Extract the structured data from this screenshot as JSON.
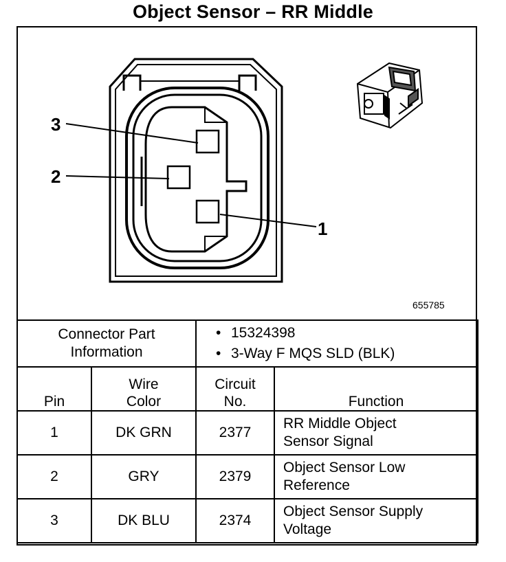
{
  "title": "Object Sensor – RR Middle",
  "figure_id": "655785",
  "callouts": [
    "3",
    "2",
    "1"
  ],
  "connector_info": {
    "label_line1": "Connector Part",
    "label_line2": "Information",
    "bullet": "•",
    "values": [
      "15324398",
      "3-Way F MQS SLD (BLK)"
    ]
  },
  "table": {
    "headers": {
      "pin": "Pin",
      "wire_color_line1": "Wire",
      "wire_color_line2": "Color",
      "circuit_line1": "Circuit",
      "circuit_line2": "No.",
      "function": "Function"
    },
    "rows": [
      {
        "pin": "1",
        "color": "DK GRN",
        "circuit": "2377",
        "function_line1": "RR Middle Object",
        "function_line2": "Sensor Signal"
      },
      {
        "pin": "2",
        "color": "GRY",
        "circuit": "2379",
        "function_line1": "Object Sensor Low",
        "function_line2": "Reference"
      },
      {
        "pin": "3",
        "color": "DK BLU",
        "circuit": "2374",
        "function_line1": "Object Sensor Supply",
        "function_line2": "Voltage"
      }
    ]
  }
}
